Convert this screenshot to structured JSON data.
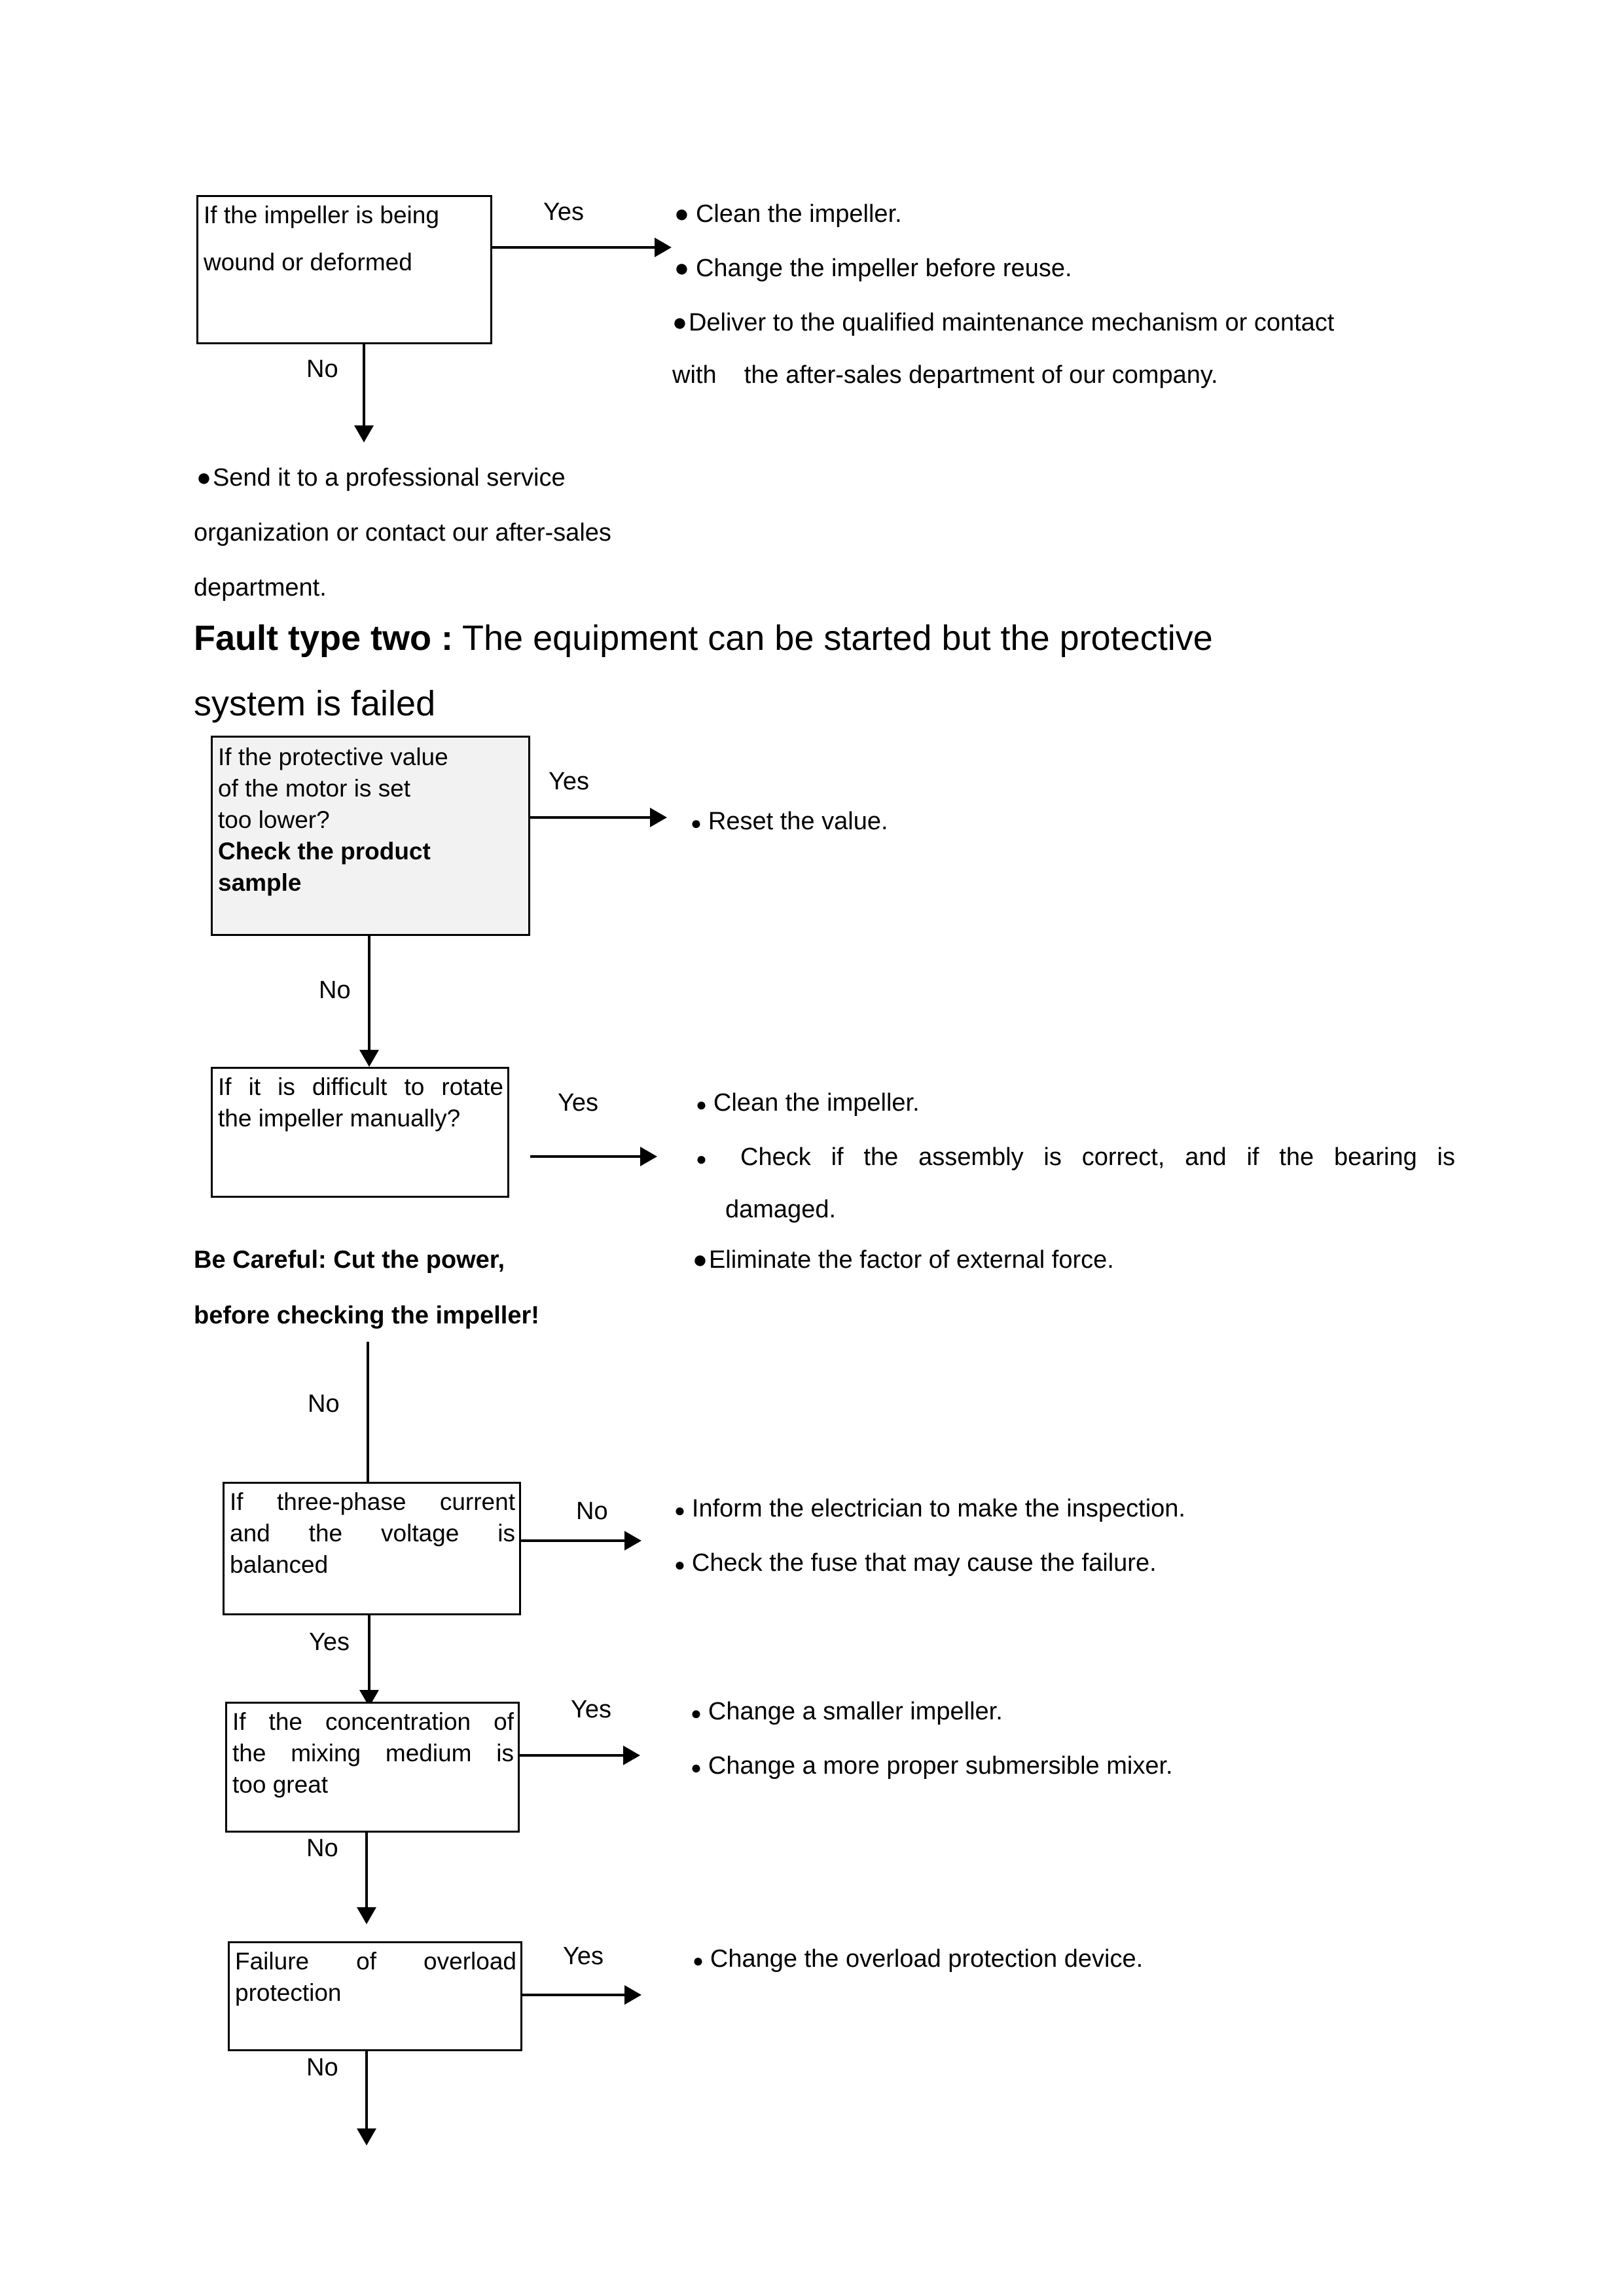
{
  "document": {
    "heading": {
      "bold_part": "Fault type two :",
      "rest": " The equipment can be started but the protective",
      "line2": "system is failed"
    },
    "labels": {
      "yes": "Yes",
      "no": "No",
      "bullet": "●"
    },
    "section_one": {
      "box": {
        "line1": "If the impeller is being",
        "line2": "wound or deformed"
      },
      "yes_label": "Yes",
      "no_label": "No",
      "yes_actions": [
        "Clean the impeller.",
        "Change the impeller before reuse."
      ],
      "yes_action_wrapped": {
        "line1": "Deliver to the qualified maintenance mechanism or contact",
        "line2": "with    the after-sales department of our company."
      },
      "no_action": {
        "line1": "Send it to a professional service",
        "line2": "organization or contact our after-sales",
        "line3": "department."
      }
    },
    "section_two": {
      "step1": {
        "box": {
          "line1": "If the protective value",
          "line2": "of the motor is set",
          "line3": "too lower?",
          "line4_bold": "Check the product",
          "line5_bold": "sample"
        },
        "yes_label": "Yes",
        "no_label": "No",
        "yes_actions": [
          "Reset the value."
        ]
      },
      "step2": {
        "box": {
          "line1": "If it is difficult to rotate",
          "line2": "the impeller manually?"
        },
        "yes_label": "Yes",
        "no_label": "No",
        "yes_actions": [
          "Clean the impeller."
        ],
        "yes_action_wrapped": {
          "line1": "Check if the assembly is correct, and if the bearing is",
          "line2": "damaged."
        },
        "extra_action": "Eliminate the factor of external force.",
        "warning": {
          "line1": "Be Careful: Cut the power,",
          "line2": "before checking the impeller!"
        }
      },
      "step3": {
        "box": {
          "line1": "If three-phase current",
          "line2": "and the voltage is",
          "line3": "balanced"
        },
        "no_label_right": "No",
        "yes_label_down": "Yes",
        "no_actions": [
          "Inform the electrician to make the inspection.",
          "Check the fuse that may cause the failure."
        ]
      },
      "step4": {
        "box": {
          "line1": "If the concentration of",
          "line2": "the mixing medium is",
          "line3": "too great"
        },
        "yes_label": "Yes",
        "no_label": "No",
        "yes_actions": [
          "Change a smaller impeller.",
          "Change a more proper submersible mixer."
        ]
      },
      "step5": {
        "box": {
          "line1": "Failure of overload",
          "line2": "protection"
        },
        "yes_label": "Yes",
        "no_label": "No",
        "yes_actions": [
          "Change the overload protection device."
        ]
      }
    }
  }
}
